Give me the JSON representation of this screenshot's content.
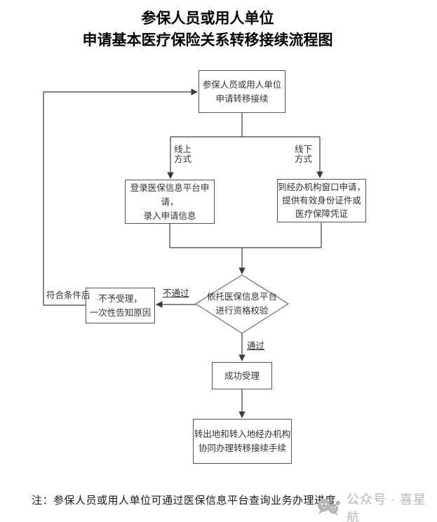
{
  "title": {
    "line1": "参保人员或用人单位",
    "line2": "申请基本医疗保险关系转移接续流程图"
  },
  "flowchart": {
    "nodes": {
      "apply": {
        "text": "参保人员或用人单位\n申请转移接续"
      },
      "online": {
        "text": "登录医保信息平台申请，\n录入申请信息"
      },
      "offline": {
        "text": "到经办机构窗口申请，\n提供有效身份证件或\n医疗保障凭证"
      },
      "verify": {
        "text": "依托医保信息平台\n进行资格校验"
      },
      "reject": {
        "text": "不予受理，\n一次性告知原因"
      },
      "accept": {
        "text": "成功受理"
      },
      "final": {
        "text": "转出地和转入地经办机构\n协同办理转移接续手续"
      }
    },
    "labels": {
      "online_branch": "线上\n方式",
      "offline_branch": "线下\n方式",
      "qualified": "符合条件后",
      "fail": "不通过",
      "pass": "通过"
    }
  },
  "footer": {
    "note": "注：参保人员或用人单位可通过医保信息平台查询业务办理进度。",
    "watermark_text": "公众号 · 喜星航"
  },
  "colors": {
    "line": "#3a3a3a",
    "diamond_stroke": "#6e6e6e",
    "watermark_gray": "#b5b5b5",
    "background": "#ffffff"
  }
}
